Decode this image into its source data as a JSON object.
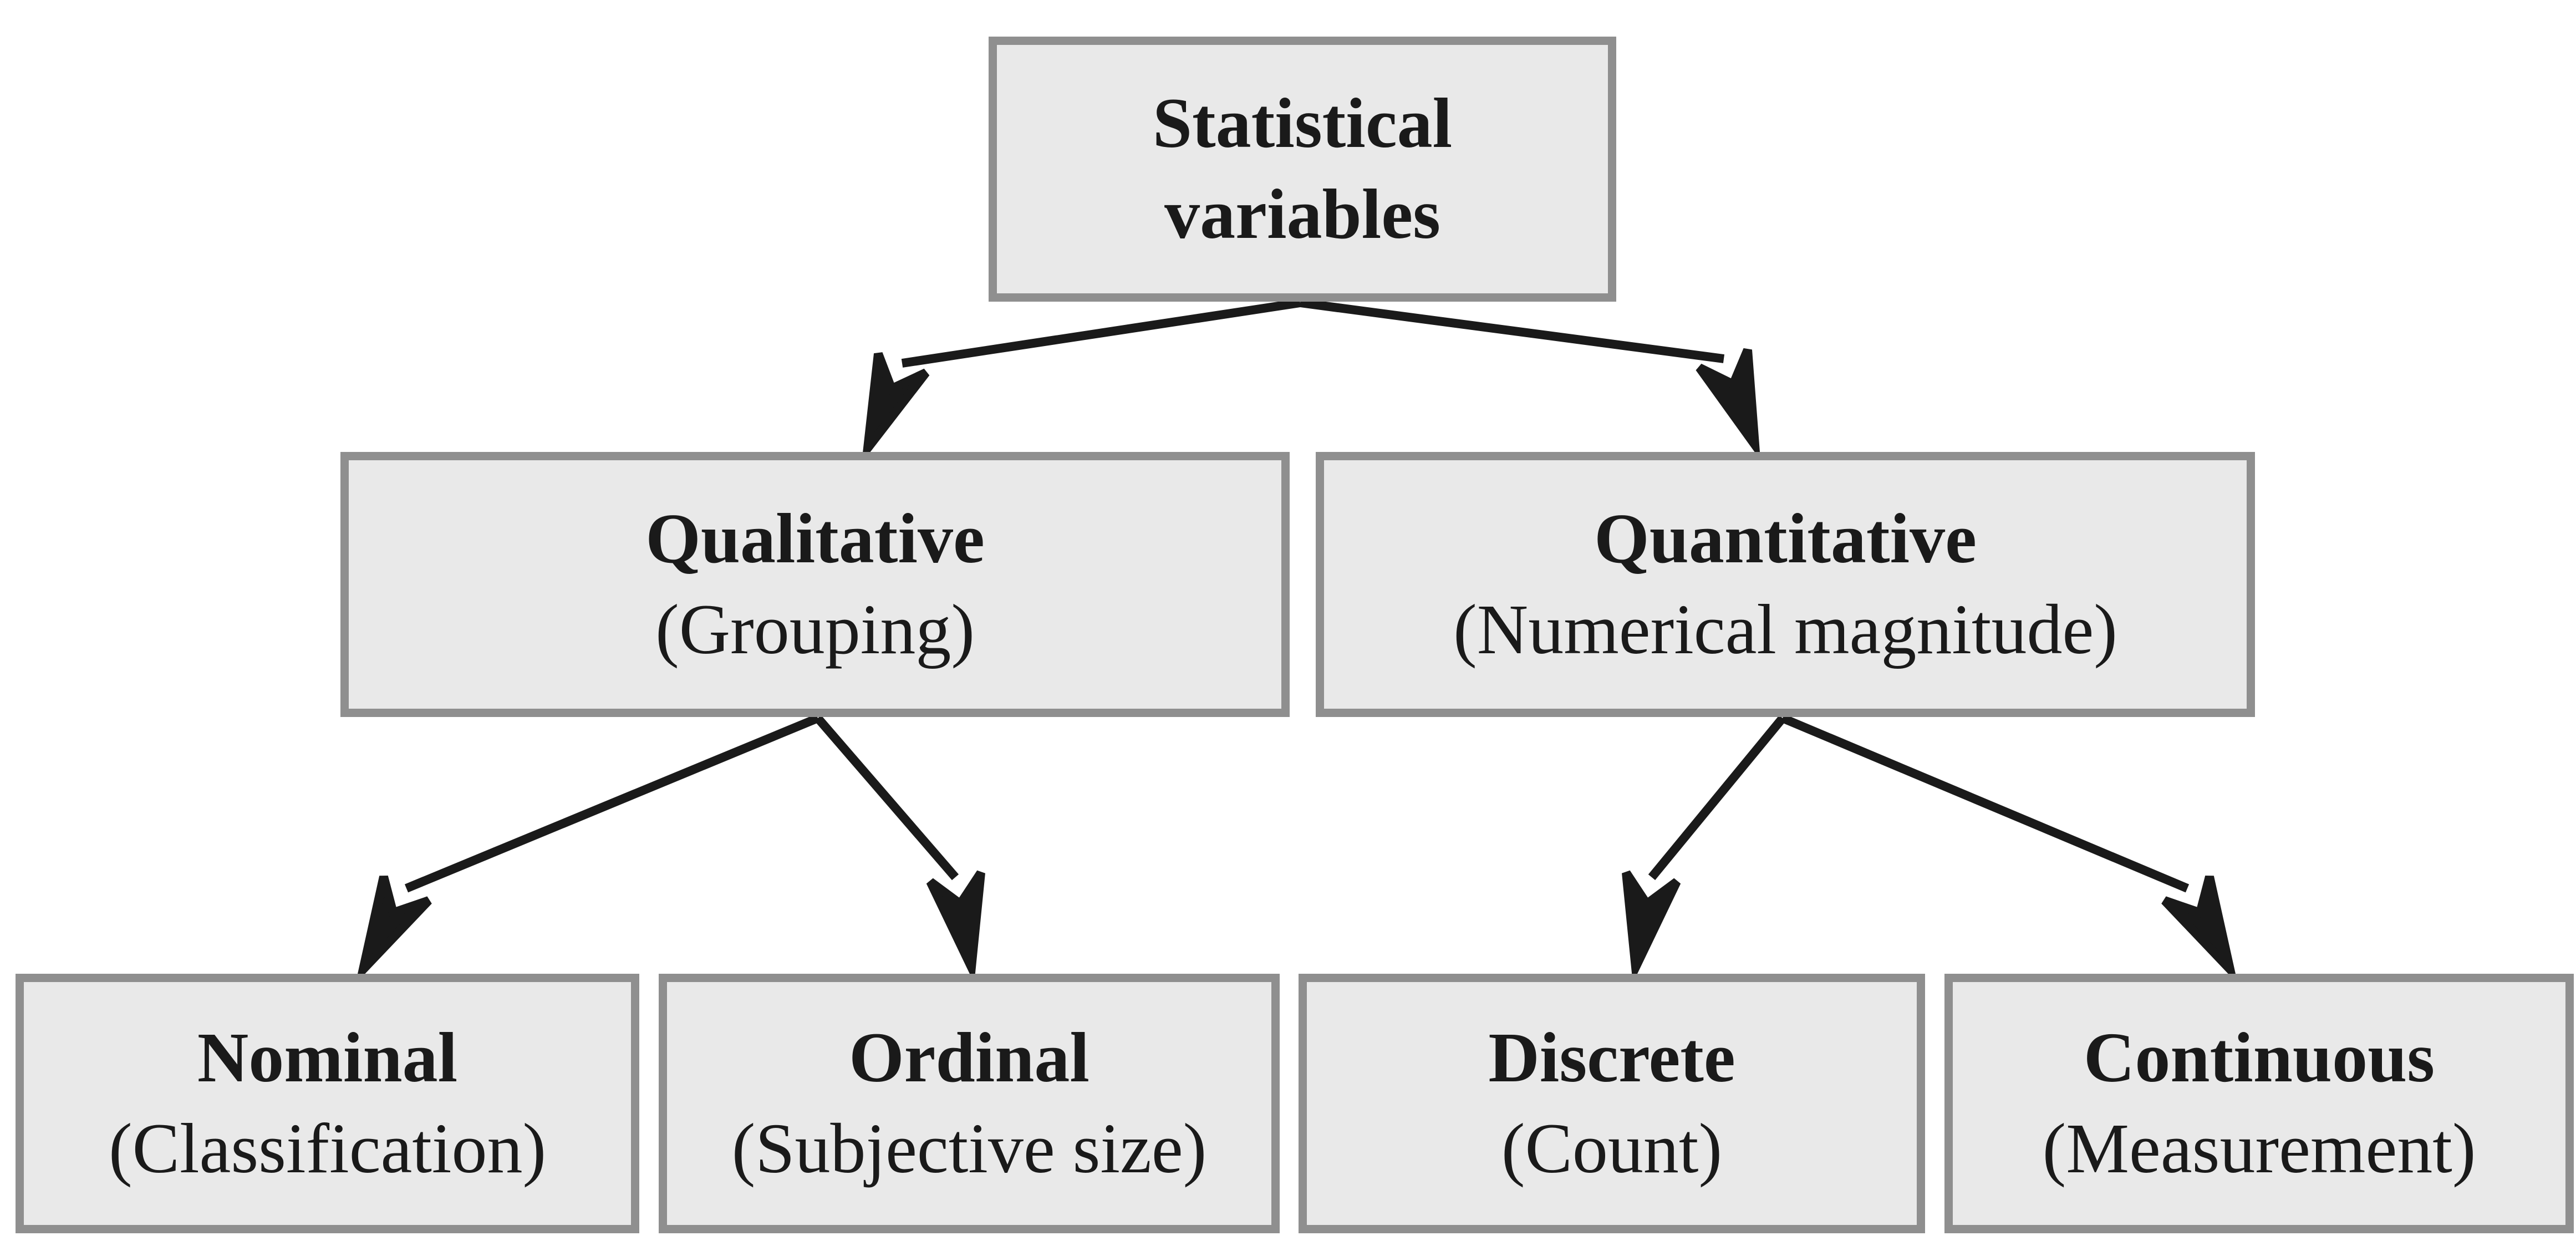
{
  "colors": {
    "background": "#ffffff",
    "box_fill": "#e9e9e9",
    "box_border": "#8f8f8f",
    "text": "#1a1a1a",
    "arrow": "#1a1a1a"
  },
  "nodes": {
    "root": {
      "name": "Statistical variables",
      "qualifier": ""
    },
    "qualitative": {
      "name": "Qualitative",
      "qualifier": "(Grouping)"
    },
    "quantitative": {
      "name": "Quantitative",
      "qualifier": "(Numerical magnitude)"
    },
    "nominal": {
      "name": "Nominal",
      "qualifier": "(Classification)"
    },
    "ordinal": {
      "name": "Ordinal",
      "qualifier": "(Subjective size)"
    },
    "discrete": {
      "name": "Discrete",
      "qualifier": "(Count)"
    },
    "continuous": {
      "name": "Continuous",
      "qualifier": "(Measurement)"
    }
  },
  "edges": [
    {
      "from": "Statistical variables",
      "to": "Qualitative"
    },
    {
      "from": "Statistical variables",
      "to": "Quantitative"
    },
    {
      "from": "Qualitative",
      "to": "Nominal"
    },
    {
      "from": "Qualitative",
      "to": "Ordinal"
    },
    {
      "from": "Quantitative",
      "to": "Discrete"
    },
    {
      "from": "Quantitative",
      "to": "Continuous"
    }
  ]
}
